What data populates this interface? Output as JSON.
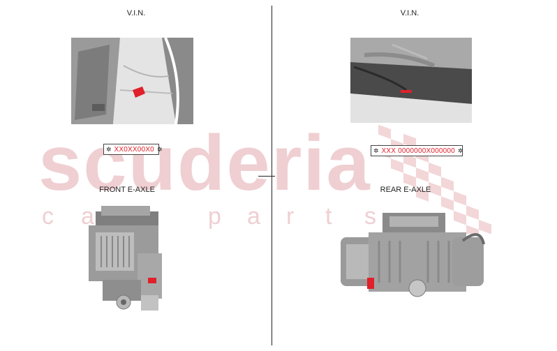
{
  "left": {
    "vin_title": "V.I.N.",
    "vin_code": "XX0XX00X0",
    "axle_title": "FRONT E-AXLE"
  },
  "right": {
    "vin_title": "V.I.N.",
    "vin_code": "XXX 0000000X000000",
    "axle_title": "REAR E-AXLE"
  },
  "watermark": {
    "brand": "scuderia",
    "tagline": [
      "c",
      "a",
      "r",
      "p",
      "a",
      "r",
      "t",
      "s"
    ]
  },
  "colors": {
    "highlight": "#e0202a",
    "watermark": "#efcfd2"
  },
  "icons": {
    "marker": "star-icon"
  }
}
